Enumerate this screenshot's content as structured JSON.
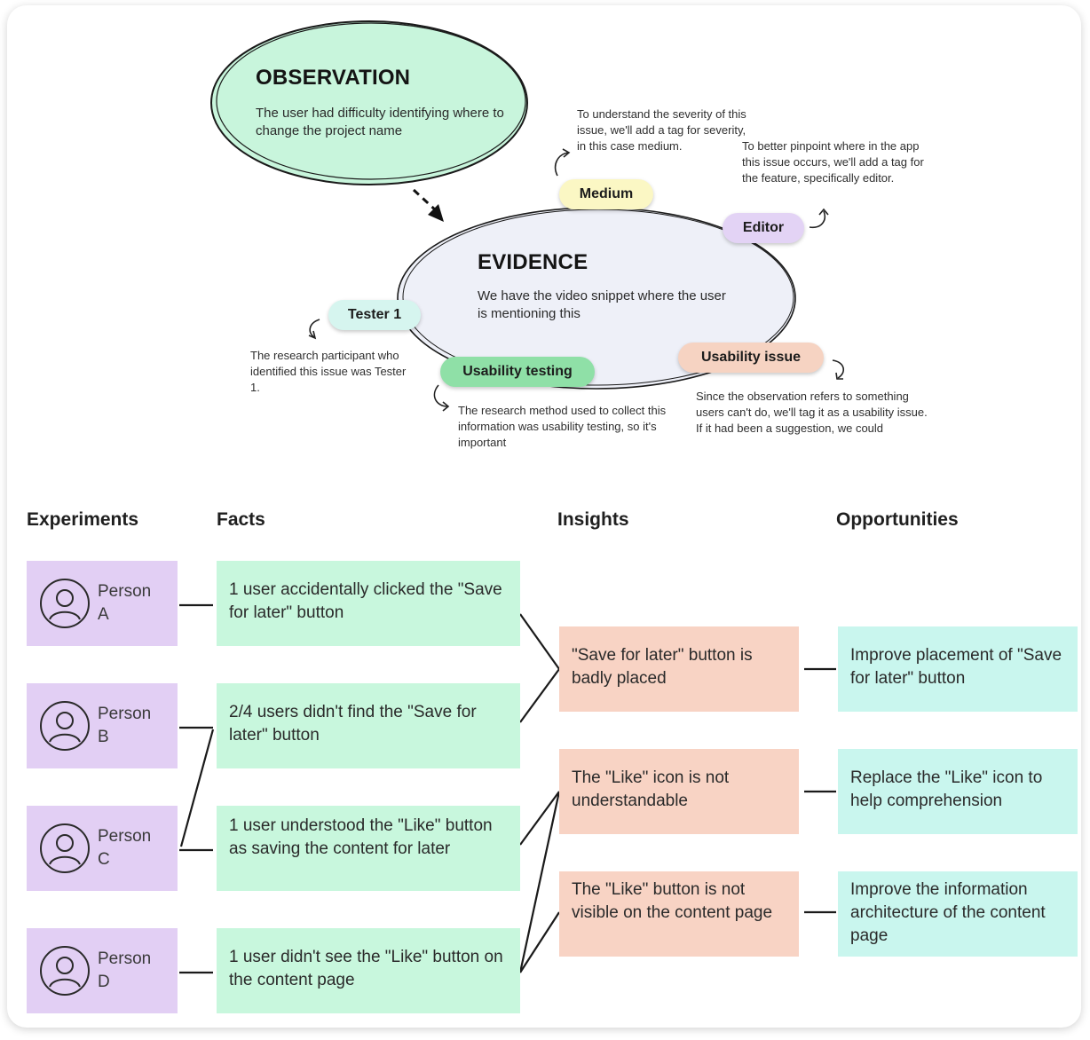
{
  "observation": {
    "title": "OBSERVATION",
    "text": "The user had difficulty identifying where to change the project name"
  },
  "evidence": {
    "title": "EVIDENCE",
    "text": "We have the video snippet where the user is mentioning this"
  },
  "tags": {
    "medium": "Medium",
    "editor": "Editor",
    "tester": "Tester 1",
    "method": "Usability testing",
    "issue": "Usability issue"
  },
  "notes": {
    "medium": "To understand the severity of this issue, we'll add a tag for severity, in this case medium.",
    "editor": "To better pinpoint where in the app this issue occurs, we'll add a tag for the feature, specifically editor.",
    "tester": "The research participant who identified this issue was Tester 1.",
    "method": "The research method used to collect this information was usability testing, so it's important",
    "issue_1": "Since the observation refers to something users can't do, we'll tag it as a usability issue.",
    "issue_2": "If it had been a suggestion, we could"
  },
  "board": {
    "headers": {
      "experiments": "Experiments",
      "facts": "Facts",
      "insights": "Insights",
      "opportunities": "Opportunities"
    },
    "experiments": [
      {
        "line1": "Person",
        "line2": "A"
      },
      {
        "line1": "Person",
        "line2": "B"
      },
      {
        "line1": "Person",
        "line2": "C"
      },
      {
        "line1": "Person",
        "line2": "D"
      }
    ],
    "facts": [
      "1 user accidentally clicked the \"Save for later\" button",
      "2/4 users didn't find the \"Save for later\" button",
      "1 user understood the \"Like\" button as saving the content for later",
      "1 user didn't see the \"Like\" button on the content page"
    ],
    "insights": [
      "\"Save for later\" button is badly placed",
      "The \"Like\" icon is not understandable",
      "The \"Like\" button is not visible on the content page"
    ],
    "opportunities": [
      "Improve placement of \"Save for later\" button",
      "Replace the \"Like\" icon to help comprehension",
      "Improve the information architecture of the content page"
    ]
  },
  "colors": {
    "observation_fill": "#c8f5dc",
    "evidence_fill": "#eef0f8",
    "medium_tag": "#fbf7c4",
    "editor_tag": "#e3d3f5",
    "tester_tag": "#d6f5ef",
    "method_tag": "#8fe0a7",
    "issue_tag": "#f6d3c2",
    "experiment_fill": "#e2cff4",
    "fact_fill": "#c8f7dd",
    "insight_fill": "#f8d3c4",
    "opportunity_fill": "#c9f6ee"
  }
}
